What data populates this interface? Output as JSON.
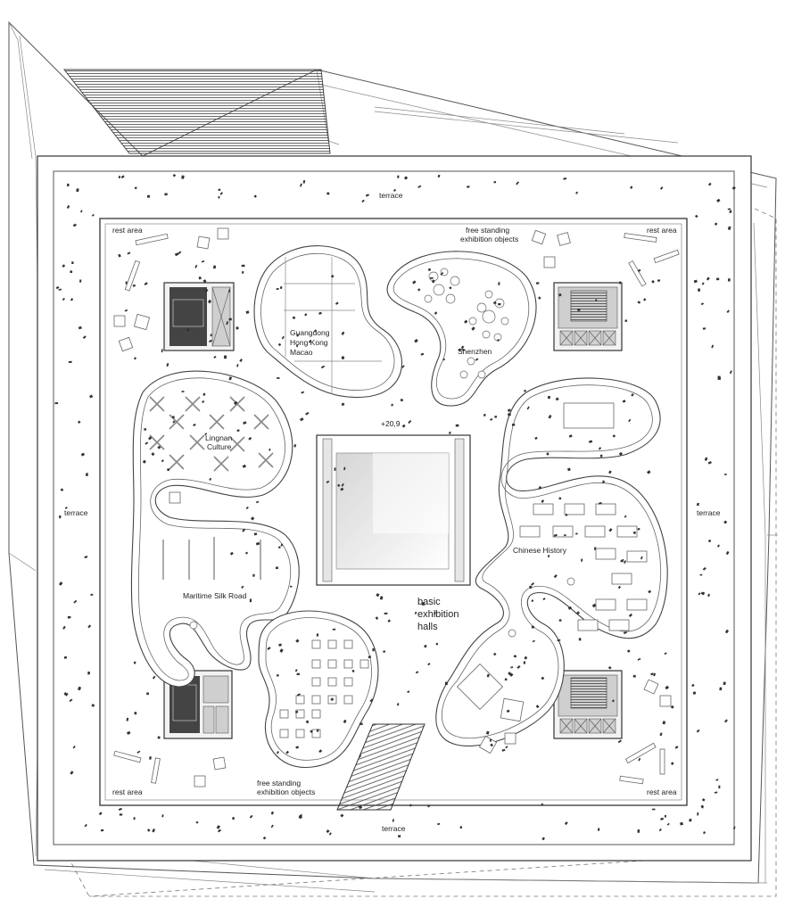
{
  "labels": {
    "terrace_top": "terrace",
    "terrace_left": "terrace",
    "terrace_right": "terrace",
    "terrace_bottom": "terrace",
    "rest_area_tl": "rest area",
    "rest_area_tr": "rest area",
    "rest_area_bl": "rest area",
    "rest_area_br": "rest area",
    "free_standing_top_1": "free standing",
    "free_standing_top_2": "exhibition objects",
    "free_standing_bottom_1": "free standing",
    "free_standing_bottom_2": "exhibition objects",
    "guangdong_1": "Guangdong",
    "guangdong_2": "Hong Kong",
    "guangdong_3": "Macao",
    "shenzhen": "Shenzhen",
    "lingnan_1": "Lingnan",
    "lingnan_2": "Culture",
    "elevation": "+20,9",
    "chinese_history": "Chinese History",
    "maritime": "Maritime Silk Road",
    "basic_1": "basic",
    "basic_2": "exhibition",
    "basic_3": "halls"
  },
  "colors": {
    "line": "#444444",
    "background": "#ffffff",
    "atrium_gradient_start": "#d8d8d8",
    "atrium_gradient_end": "#ffffff"
  }
}
